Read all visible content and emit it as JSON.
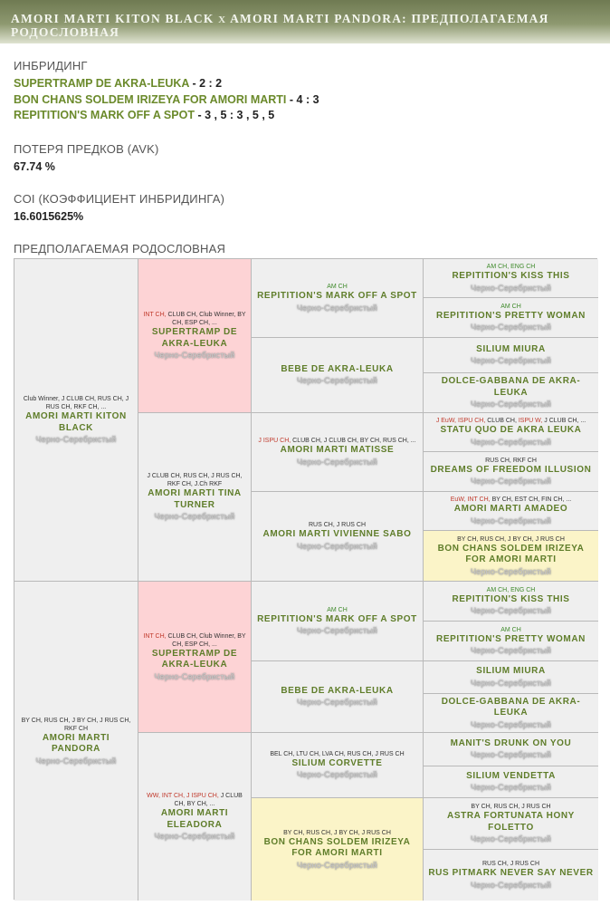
{
  "header": {
    "sire": "AMORI MARTI KITON BLACK",
    "x": "x",
    "dam": "AMORI MARTI PANDORA: ПРЕДПОЛАГАЕМАЯ",
    "line2": "РОДОСЛОВНАЯ"
  },
  "inbreeding": {
    "label": "ИНБРИДИНГ",
    "rows": [
      {
        "name": "SUPERTRAMP DE AKRA-LEUKA",
        "ratio": "- 2 : 2"
      },
      {
        "name": "BON CHANS SOLDEM IRIZEYA FOR AMORI MARTI",
        "ratio": "- 4 : 3"
      },
      {
        "name": "REPITITION'S MARK OFF A SPOT",
        "ratio": "- 3 , 5 : 3 , 5 , 5"
      }
    ]
  },
  "avk": {
    "label": "ПОТЕРЯ ПРЕДКОВ (AVK)",
    "value": "67.74 %"
  },
  "coi": {
    "label": "COI (КОЭФФИЦИЕНТ ИНБРИДИНГА)",
    "value": "16.6015625%"
  },
  "pedigree_label": "ПРЕДПОЛАГАЕМАЯ РОДОСЛОВНАЯ",
  "colors": {
    "header_bg": "#8e9970",
    "name_green": "#5f7d2a",
    "pink": "#fdd3d5",
    "yellow": "#fbf4c8"
  },
  "pedigree": {
    "g1": [
      {
        "titles": "Club Winner, J CLUB CH, RUS CH, J RUS CH, RKF CH, ...",
        "name": "AMORI MARTI KITON BLACK",
        "color": "Черно-Серебристый"
      },
      {
        "titles": "BY CH, RUS CH, J BY CH, J RUS CH, RKF CH",
        "name": "AMORI MARTI PANDORA",
        "color": "Черно-Серебристый"
      }
    ],
    "g2": [
      {
        "titles": "INT CH, CLUB CH, Club Winner, BY CH, ESP CH, ...",
        "name": "SUPERTRAMP DE AKRA-LEUKA",
        "color": "Черно-Серебристый"
      },
      {
        "titles": "J CLUB CH, RUS CH, J RUS CH, RKF CH, J.Ch RKF",
        "name": "AMORI MARTI TINA TURNER",
        "color": "Черно-Серебристый"
      },
      {
        "titles": "INT CH, CLUB CH, Club Winner, BY CH, ESP CH, ...",
        "name": "SUPERTRAMP DE AKRA-LEUKA",
        "color": "Черно-Серебристый"
      },
      {
        "titles": "WW, INT CH, J ISPU CH, J CLUB CH, BY CH, ...",
        "name": "AMORI MARTI ELEADORA",
        "color": "Черно-Серебристый"
      }
    ],
    "g3": [
      {
        "titles": "AM CH",
        "name": "REPITITION'S MARK OFF A SPOT",
        "color": "Черно-Серебристый"
      },
      {
        "titles": "",
        "name": "BEBE DE AKRA-LEUKA",
        "color": "Черно-Серебристый"
      },
      {
        "titles": "J ISPU CH, CLUB CH, J CLUB CH, BY CH, RUS CH, ...",
        "name": "AMORI MARTI MATISSE",
        "color": "Черно-Серебристый"
      },
      {
        "titles": "RUS CH, J RUS CH",
        "name": "AMORI MARTI VIVIENNE SABO",
        "color": "Черно-Серебристый"
      },
      {
        "titles": "AM CH",
        "name": "REPITITION'S MARK OFF A SPOT",
        "color": "Черно-Серебристый"
      },
      {
        "titles": "",
        "name": "BEBE DE AKRA-LEUKA",
        "color": "Черно-Серебристый"
      },
      {
        "titles": "BEL CH, LTU CH, LVA CH, RUS CH, J RUS CH",
        "name": "SILIUM CORVETTE",
        "color": "Черно-Серебристый"
      },
      {
        "titles": "BY CH, RUS CH, J BY CH, J RUS CH",
        "name": "BON CHANS SOLDEM IRIZEYA FOR AMORI MARTI",
        "color": "Черно-Серебристый"
      }
    ],
    "g4": [
      {
        "titles": "AM CH, ENG CH",
        "name": "REPITITION'S KISS THIS",
        "color": "Черно-Серебристый"
      },
      {
        "titles": "AM CH",
        "name": "REPITITION'S PRETTY WOMAN",
        "color": "Черно-Серебристый"
      },
      {
        "titles": "",
        "name": "SILIUM MIURA",
        "color": "Черно-Серебристый"
      },
      {
        "titles": "",
        "name": "DOLCE-GABBANA DE AKRA-LEUKA",
        "color": "Черно-Серебристый"
      },
      {
        "titles": "J EuW, ISPU CH, CLUB CH, ISPU W, J CLUB CH, ...",
        "name": "STATU QUO DE AKRA LEUKA",
        "color": "Черно-Серебристый"
      },
      {
        "titles": "RUS CH, RKF CH",
        "name": "DREAMS OF FREEDOM ILLUSION",
        "color": "Черно-Серебристый"
      },
      {
        "titles": "EuW, INT CH, BY CH, EST CH, FIN CH, ...",
        "name": "AMORI MARTI AMADEO",
        "color": "Черно-Серебристый"
      },
      {
        "titles": "BY CH, RUS CH, J BY CH, J RUS CH",
        "name": "BON CHANS SOLDEM IRIZEYA FOR AMORI MARTI",
        "color": "Черно-Серебристый"
      },
      {
        "titles": "AM CH, ENG CH",
        "name": "REPITITION'S KISS THIS",
        "color": "Черно-Серебристый"
      },
      {
        "titles": "AM CH",
        "name": "REPITITION'S PRETTY WOMAN",
        "color": "Черно-Серебристый"
      },
      {
        "titles": "",
        "name": "SILIUM MIURA",
        "color": "Черно-Серебристый"
      },
      {
        "titles": "",
        "name": "DOLCE-GABBANA DE AKRA-LEUKA",
        "color": "Черно-Серебристый"
      },
      {
        "titles": "",
        "name": "MANIT'S DRUNK ON YOU",
        "color": "Черно-Серебристый"
      },
      {
        "titles": "",
        "name": "SILIUM VENDETTA",
        "color": "Черно-Серебристый"
      },
      {
        "titles": "BY CH, RUS CH, J RUS CH",
        "name": "ASTRA FORTUNATA HONY FOLETTO",
        "color": "Черно-Серебристый"
      },
      {
        "titles": "RUS CH, J RUS CH",
        "name": "RUS PITMARK NEVER SAY NEVER",
        "color": "Черно-Серебристый"
      }
    ]
  }
}
